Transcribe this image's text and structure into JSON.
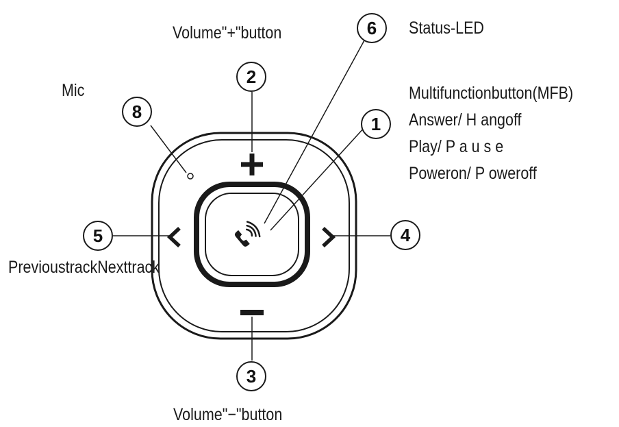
{
  "labels": {
    "volume_up": "Volume\"+\"button",
    "status_led": "Status-LED",
    "mic": "Mic",
    "mfb_title": "Multifunctionbutton(MFB)",
    "mfb_line1": "Answer/ H angoff",
    "mfb_line2": "Play/ P a u s e",
    "mfb_line3": "Poweron/ P oweroff",
    "prev_next": "PrevioustrackNexttrack",
    "volume_down": "Volume\"−\"button"
  },
  "callouts": {
    "c1": "1",
    "c2": "2",
    "c3": "3",
    "c4": "4",
    "c5": "5",
    "c6": "6",
    "c8": "8"
  },
  "icons": {
    "plus": "plus-icon",
    "minus": "minus-icon",
    "previous": "chevron-left-icon",
    "next": "chevron-right-icon",
    "phone": "phone-icon",
    "mic": "mic-hole-icon"
  },
  "colors": {
    "stroke": "#1a1a1a",
    "background": "#ffffff"
  }
}
